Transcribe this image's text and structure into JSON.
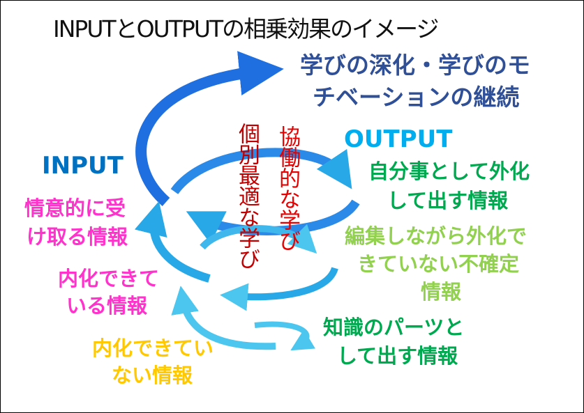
{
  "title": "INPUTとOUTPUTの相乗効果のイメージ",
  "goal": {
    "line1": "学びの深化・学びのモ",
    "line2": "チベーションの継続"
  },
  "labels": {
    "input": "INPUT",
    "output": "OUTPUT"
  },
  "center": {
    "collaborative": "協働的な学び",
    "individual": "個別最適な学び"
  },
  "output_items": [
    {
      "line1": "自分事として外化",
      "line2": "して出す情報"
    },
    {
      "line1": "編集しながら外化で",
      "line2": "きていない不確定",
      "line3": "情報"
    },
    {
      "line1": "知識のパーツと",
      "line2": "して出す情報"
    }
  ],
  "input_items": [
    {
      "line1": "情意的に受",
      "line2": "け取る情報"
    },
    {
      "line1": "内化できて",
      "line2": "いる情報"
    },
    {
      "line1": "内化できてい",
      "line2": "ない情報"
    }
  ],
  "colors": {
    "arrow_dark": "#1f6fe0",
    "arrow_light": "#29aae8",
    "goal": "#2f4f96",
    "output": "#00aeef",
    "input": "#0070c0",
    "green": "#00a850",
    "light_green": "#92d050",
    "pink": "#ff33cc",
    "yellow": "#ffc800",
    "red": "#e60000",
    "dark_red": "#c00000"
  }
}
